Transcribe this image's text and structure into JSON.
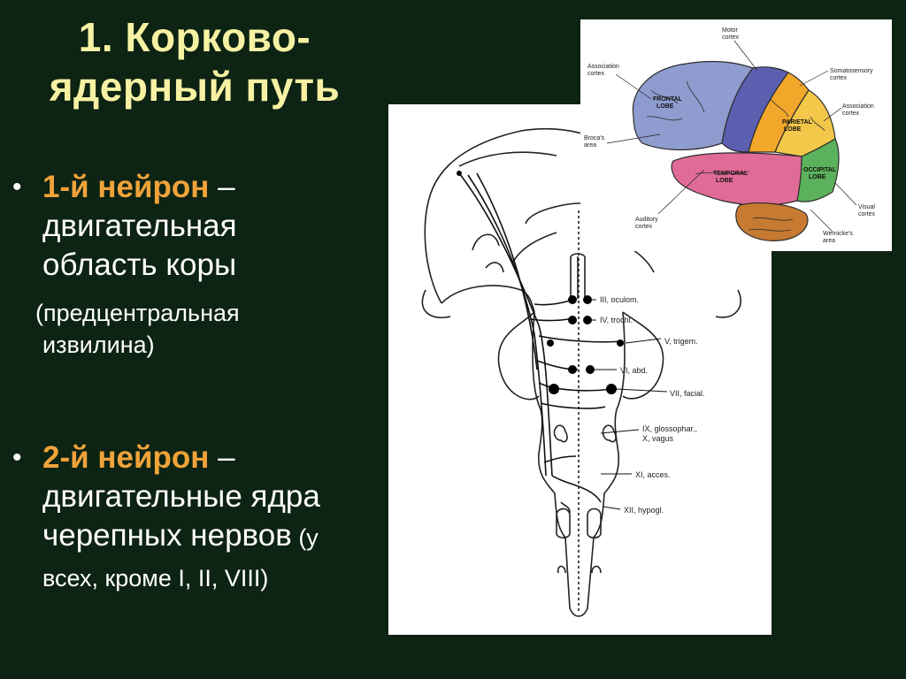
{
  "slide": {
    "title_line1": "1. Корково-",
    "title_line2": "ядерный путь",
    "bullet1": {
      "highlight": "1-й нейрон",
      "dash": " –",
      "text1": "двигательная",
      "text2": "область коры",
      "note_line1": "(предцентральная",
      "note_line2": "извилина)"
    },
    "bullet2": {
      "highlight": "2-й нейрон",
      "dash": " –",
      "text1": "двигательные ядра",
      "text2": "черепных нервов",
      "text2_small": " (у",
      "text3": "всех, кроме I, II, VIII)"
    }
  },
  "brainstem": {
    "labels": [
      "III, oculom.",
      "IV, trochl.",
      "V, trigem.",
      "VI, abd.",
      "VII, facial.",
      "IX, glossophar.,",
      "X, vagus",
      "XI, acces.",
      "XII, hypogl."
    ]
  },
  "brain": {
    "labels": {
      "motor": "Motor",
      "motor2": "cortex",
      "assoc": "Association",
      "assoc2": "cortex",
      "somato": "Somatosensory",
      "somato2": "cortex",
      "assoc_r": "Association",
      "assoc_r2": "cortex",
      "frontal": "FRONTAL",
      "frontal2": "LOBE",
      "parietal": "PARIETAL",
      "parietal2": "LOBE",
      "temporal": "TEMPORAL",
      "temporal2": "LOBE",
      "occipital": "OCCIPITAL",
      "occipital2": "LOBE",
      "broca": "Broca's",
      "broca2": "area",
      "visual": "Visual",
      "visual2": "cortex",
      "auditory": "Auditory",
      "auditory2": "cortex",
      "wernicke": "Wernicke's",
      "wernicke2": "area"
    }
  },
  "colors": {
    "background": "#0d2313",
    "title": "#f6f1a3",
    "highlight": "#f0a33a",
    "frontal": "#8f9ccf",
    "motor": "#5a5fb0",
    "somato": "#f2a72a",
    "parietal": "#f3c84a",
    "temporal": "#e06b96",
    "occipital": "#5cb25c",
    "cerebellum": "#c77a32"
  }
}
